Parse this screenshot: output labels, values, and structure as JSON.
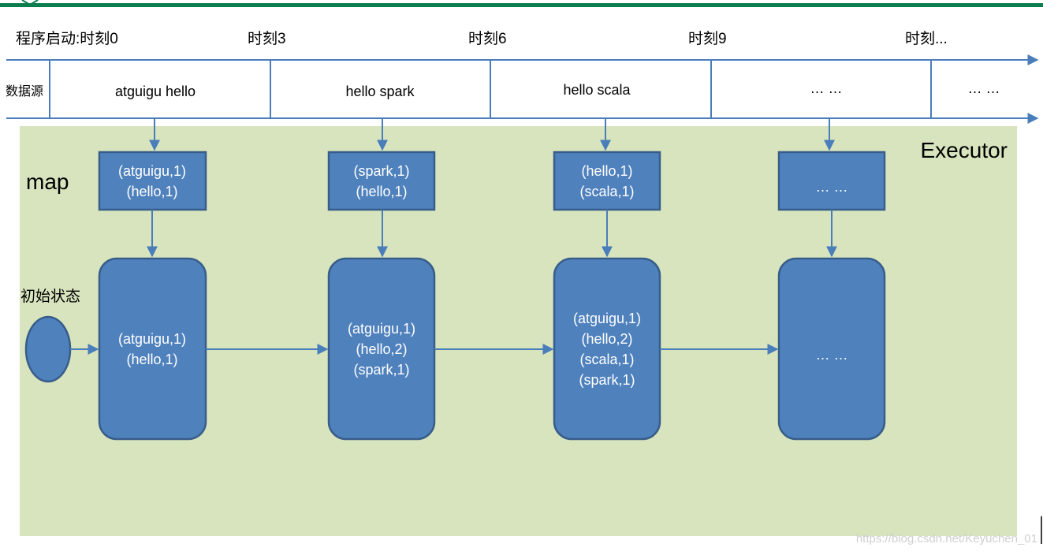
{
  "timeline": {
    "start_label": "程序启动:时刻0",
    "time_labels": [
      "时刻3",
      "时刻6",
      "时刻9",
      "时刻..."
    ]
  },
  "data_source": {
    "row_label": "数据源",
    "cells": [
      "atguigu hello",
      "hello spark",
      "hello scala",
      "… …",
      "… …"
    ]
  },
  "executor": {
    "title": "Executor",
    "map_label": "map",
    "initial_state_label": "初始状态",
    "map_outputs": [
      [
        "(atguigu,1)",
        "(hello,1)"
      ],
      [
        "(spark,1)",
        "(hello,1)"
      ],
      [
        "(hello,1)",
        "(scala,1)"
      ],
      [
        "… …"
      ]
    ],
    "states": [
      [
        "(atguigu,1)",
        "(hello,1)"
      ],
      [
        "(atguigu,1)",
        "(hello,2)",
        "(spark,1)"
      ],
      [
        "(atguigu,1)",
        "(hello,2)",
        "(scala,1)",
        "(spark,1)"
      ],
      [
        "… …"
      ]
    ]
  },
  "watermark": "https://blog.csdn.net/Keyuchen_01",
  "colors": {
    "box_fill": "#4f81bd",
    "box_stroke": "#385d8a",
    "executor_bg": "#d7e4bd",
    "line": "#4a7ebb",
    "top_bar": "#0a7d4c"
  }
}
